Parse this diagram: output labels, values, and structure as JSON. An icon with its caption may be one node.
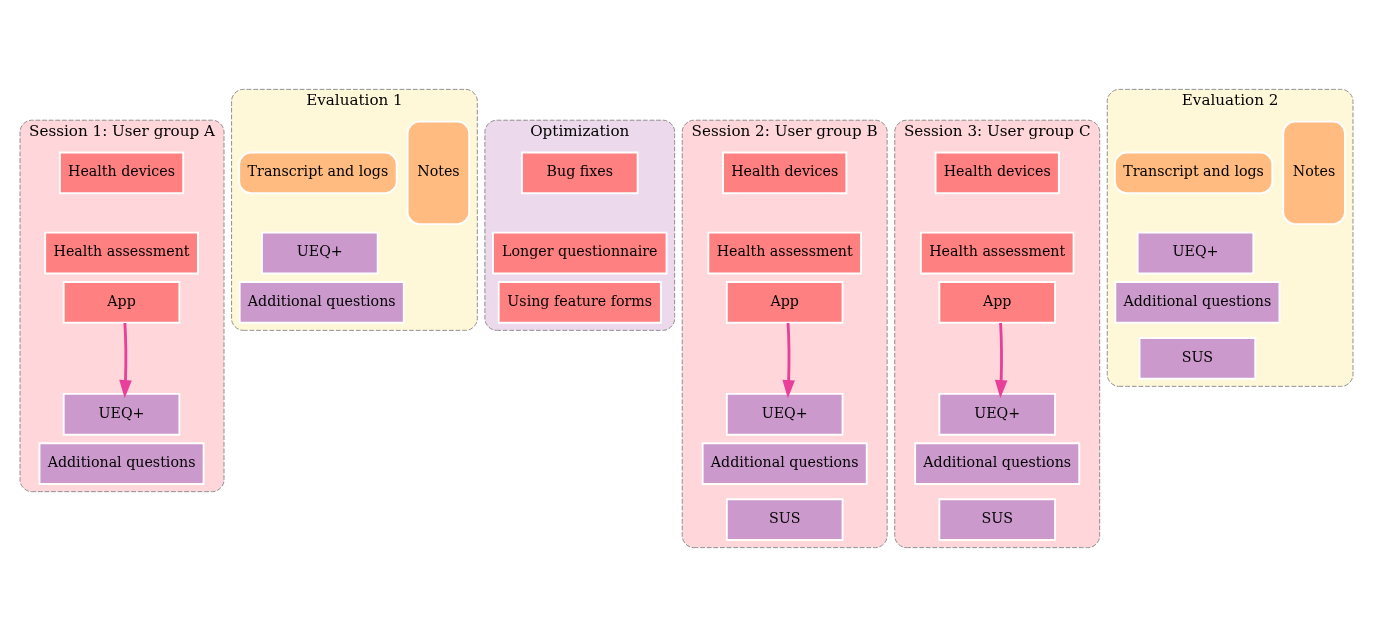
{
  "diagram": {
    "nodes": [
      {
        "text": [
          "Session 1: User group A"
        ]
      },
      {
        "text": [
          "Health devices"
        ],
        "in": 0
      },
      {
        "text": [
          "Health assessment"
        ],
        "in": 0
      },
      {
        "text": [
          "App"
        ],
        "in": 0
      },
      {
        "text": [
          "UEQ+"
        ],
        "in": 0
      },
      {
        "text": [
          "Additional questions"
        ],
        "in": 0
      },
      {
        "text": [
          "Evaluation 1"
        ]
      },
      {
        "text": [
          "Notes"
        ],
        "in": 6
      },
      {
        "text": [
          "Transcript and logs"
        ],
        "in": 6
      },
      {
        "text": [
          "UEQ+"
        ],
        "in": 6
      },
      {
        "text": [
          "Additional questions"
        ],
        "in": 6
      },
      {
        "text": [
          "Optimization"
        ]
      },
      {
        "text": [
          "Bug fixes"
        ],
        "in": 11
      },
      {
        "text": [
          "Longer questionnaire"
        ],
        "in": 11
      },
      {
        "text": [
          "Using feature forms"
        ],
        "in": 11
      },
      {
        "text": [
          "Session 2: User group B"
        ]
      },
      {
        "text": [
          "Health devices"
        ],
        "in": 15
      },
      {
        "text": [
          "Health assessment"
        ],
        "in": 15
      },
      {
        "text": [
          "App"
        ],
        "in": 15
      },
      {
        "text": [
          "UEQ+"
        ],
        "in": 15
      },
      {
        "text": [
          "Additional questions"
        ],
        "in": 15
      },
      {
        "text": [
          "SUS"
        ],
        "in": 15
      },
      {
        "text": [
          "Session 3: User group C"
        ]
      },
      {
        "text": [
          "Health devices"
        ],
        "in": 22
      },
      {
        "text": [
          "Health assessment"
        ],
        "in": 22
      },
      {
        "text": [
          "App"
        ],
        "in": 22
      },
      {
        "text": [
          "UEQ+"
        ],
        "in": 22
      },
      {
        "text": [
          "Additional questions"
        ],
        "in": 22
      },
      {
        "text": [
          "SUS"
        ],
        "in": 22
      },
      {
        "text": [
          "Evaluation 2"
        ]
      },
      {
        "text": [
          "Notes"
        ],
        "in": 29
      },
      {
        "text": [
          "Transcript and logs"
        ],
        "in": 29
      },
      {
        "text": [
          "UEQ+"
        ],
        "in": 29
      },
      {
        "text": [
          "Additional questions"
        ],
        "in": 29
      },
      {
        "text": [
          "SUS"
        ],
        "in": 29
      }
    ],
    "edges": [
      {
        "from": 3,
        "to": 4,
        "arrow": "to"
      },
      {
        "from": 18,
        "to": 19,
        "arrow": "to"
      },
      {
        "from": 25,
        "to": 26,
        "arrow": "to"
      }
    ]
  }
}
